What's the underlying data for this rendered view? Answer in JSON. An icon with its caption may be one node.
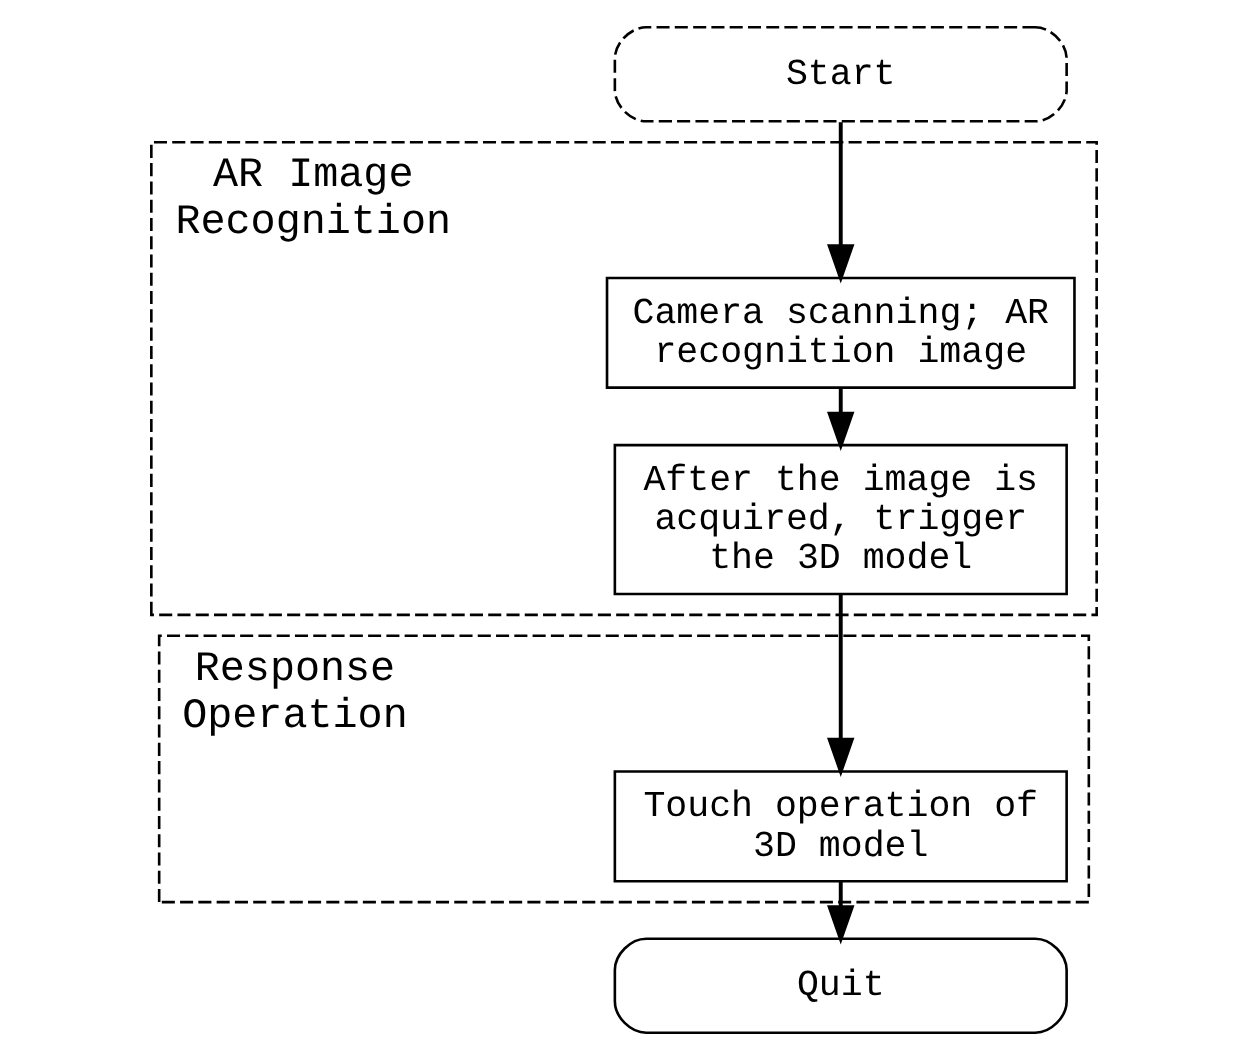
{
  "diagram": {
    "nodes": [
      {
        "text": [
          "Start"
        ]
      },
      {
        "text": [
          "AR Image Recognition"
        ]
      },
      {
        "text": [
          "Camera scanning; AR recognition image"
        ],
        "in": 1
      },
      {
        "text": [
          "After the image is acquired, trigger the 3D model"
        ],
        "in": 1
      },
      {
        "text": [
          "Response Operation"
        ]
      },
      {
        "text": [
          "Touch operation of 3D model"
        ],
        "in": 4
      },
      {
        "text": [
          "Quit"
        ]
      }
    ],
    "edges": [
      {
        "from": 0,
        "to": 2,
        "arrow": "to"
      },
      {
        "from": 2,
        "to": 3,
        "arrow": "to"
      },
      {
        "from": 3,
        "to": 5,
        "arrow": "to"
      },
      {
        "from": 5,
        "to": 6,
        "arrow": "to"
      }
    ]
  }
}
